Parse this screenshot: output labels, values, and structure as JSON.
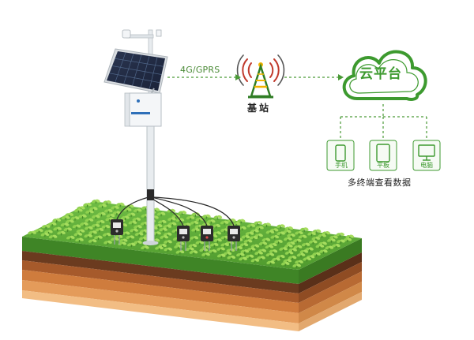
{
  "diagram": {
    "link_label": "4G/GPRS",
    "base_station_label": "基站",
    "cloud_label": "云平台",
    "devices": [
      {
        "label": "手机",
        "icon": "phone-icon"
      },
      {
        "label": "平板",
        "icon": "tablet-icon"
      },
      {
        "label": "电脑",
        "icon": "monitor-icon"
      }
    ],
    "terminals_caption": "多终端查看数据"
  },
  "colors": {
    "accent_green": "#3d9a2f",
    "grass": "#6bb43f",
    "soil_dark": "#6b3b1f",
    "soil_mid": "#b6642f",
    "soil_light": "#f0b97c"
  }
}
